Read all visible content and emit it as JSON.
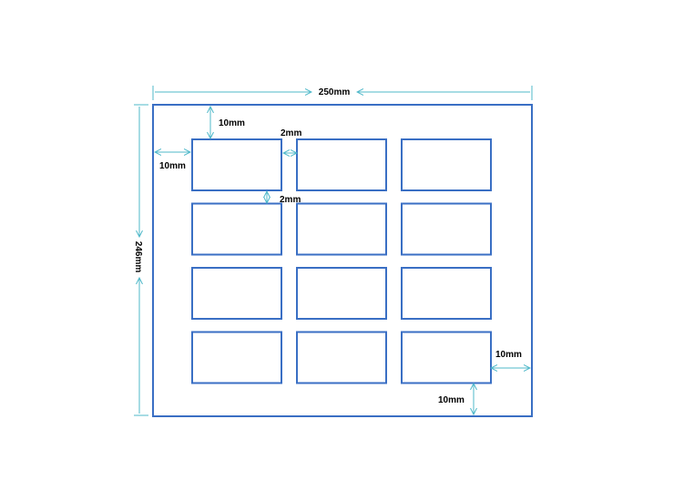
{
  "colors": {
    "sheet_outline": "#3a6fc4",
    "label_outline": "#3a6fc4",
    "dimension_line": "#4fb8c9",
    "text": "#000000"
  },
  "grid": {
    "rows": 4,
    "columns": 3
  },
  "dimensions": {
    "sheet_width": "250mm",
    "sheet_height": "246mm",
    "top_margin": "10mm",
    "left_margin": "10mm",
    "horizontal_gap": "2mm",
    "vertical_gap": "2mm",
    "right_margin": "10mm",
    "bottom_margin": "10mm"
  }
}
